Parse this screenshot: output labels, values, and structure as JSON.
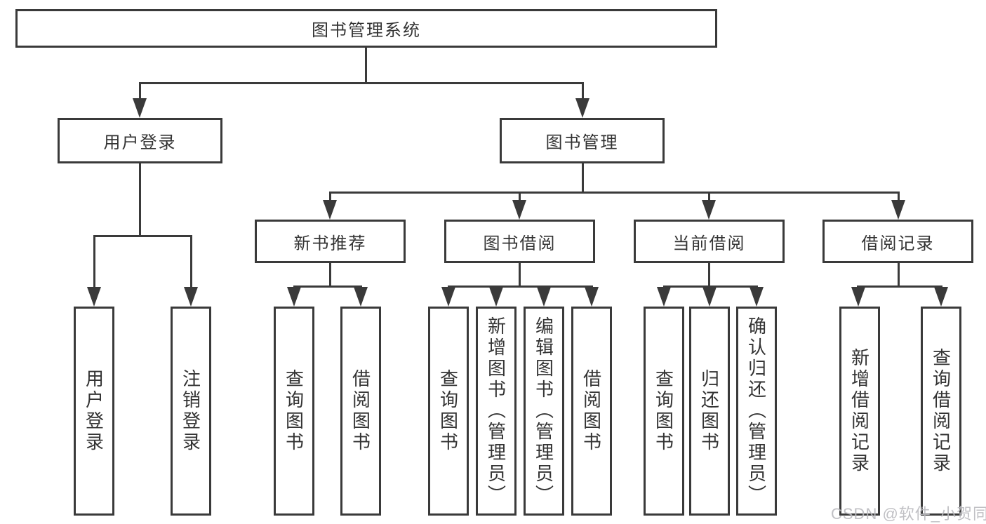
{
  "diagram_title": "图书管理系统",
  "watermark": "CSDN @软件_小贺同学",
  "colors": {
    "line": "#3a3a3a",
    "text": "#333333",
    "background": "#ffffff",
    "watermark": "#b9b9be"
  },
  "tree": {
    "root": {
      "label": "图书管理系统"
    },
    "branches": [
      {
        "label": "用户登录",
        "children": [
          {
            "label": "用户登录"
          },
          {
            "label": "注销登录"
          }
        ]
      },
      {
        "label": "图书管理",
        "children": [
          {
            "label": "新书推荐",
            "children": [
              {
                "label": "查询图书"
              },
              {
                "label": "借阅图书"
              }
            ]
          },
          {
            "label": "图书借阅",
            "children": [
              {
                "label": "查询图书"
              },
              {
                "label": "新增图书（管理员）"
              },
              {
                "label": "编辑图书（管理员）"
              },
              {
                "label": "借阅图书"
              }
            ]
          },
          {
            "label": "当前借阅",
            "children": [
              {
                "label": "查询图书"
              },
              {
                "label": "归还图书"
              },
              {
                "label": "确认归还（管理员）"
              }
            ]
          },
          {
            "label": "借阅记录",
            "children": [
              {
                "label": "新增借阅记录"
              },
              {
                "label": "查询借阅记录"
              }
            ]
          }
        ]
      }
    ]
  }
}
